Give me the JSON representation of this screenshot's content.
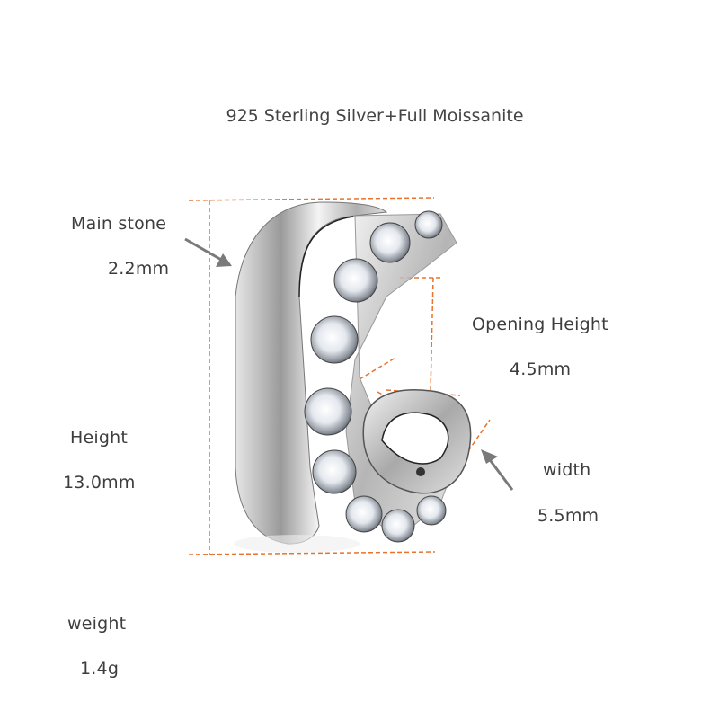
{
  "title": "925 Sterling Silver+Full Moissanite",
  "specs": {
    "main_stone": {
      "label": "Main stone",
      "value": "2.2mm"
    },
    "opening_height": {
      "label": "Opening Height",
      "value": "4.5mm"
    },
    "height": {
      "label": "Height",
      "value": "13.0mm"
    },
    "width": {
      "label": "width",
      "value": "5.5mm"
    },
    "weight": {
      "label": "weight",
      "value": "1.4g"
    }
  },
  "colors": {
    "dimension_line": "#e8732c",
    "arrow": "#7a7a7a",
    "text": "#3d3d3d",
    "metal": "#c8c8c8"
  }
}
